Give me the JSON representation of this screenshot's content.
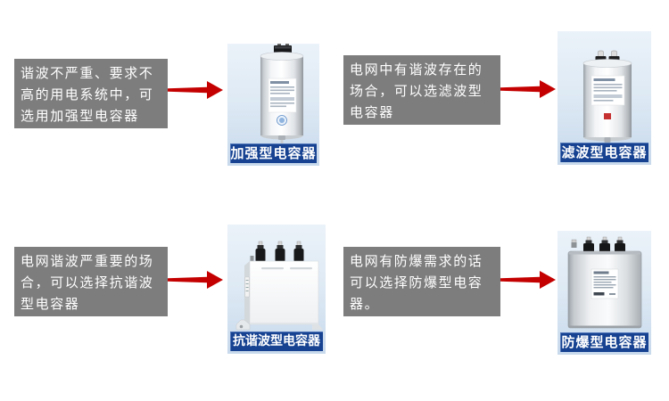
{
  "guide": {
    "items": [
      {
        "description": "谐波不严重、要求不\n高的用电系统中，可\n选用加强型电容器",
        "product_label": "加强型电容器",
        "product_image": "cylindrical-capacitor-single-terminal-block"
      },
      {
        "description": "电网中有谐波存在的\n场合，可以选滤波型\n电容器",
        "product_label": "滤波型电容器",
        "product_image": "cylindrical-capacitor-two-terminals"
      },
      {
        "description": "电网谐波严重要的场\n合，可以选择抗谐波\n型电容器",
        "product_label": "抗谐波型电容器",
        "product_image": "white-box-capacitor-three-terminals"
      },
      {
        "description": "电网有防爆需求的话\n可以选择防爆型电容\n器。",
        "product_label": "防爆型电容器",
        "product_image": "silver-box-capacitor-three-terminals"
      }
    ]
  },
  "colors": {
    "canvas_bg": "#ffffff",
    "desc_box_bg": "#7d7d7d",
    "desc_text": "#ffffff",
    "arrow_red": "#c40000",
    "label_bar_bg": "#164291",
    "label_text": "#ffffff",
    "photo_bg_top": "#ebf2f9",
    "photo_bg_bottom": "#c8d9ec"
  }
}
